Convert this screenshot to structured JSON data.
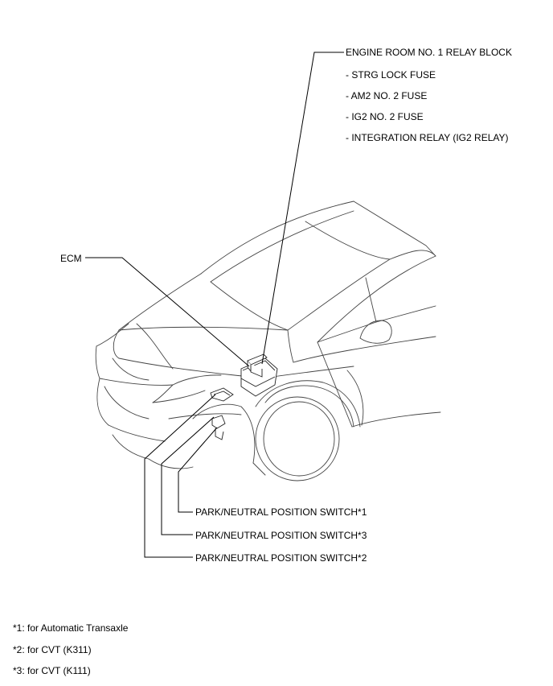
{
  "relay_block": {
    "title": "ENGINE ROOM NO. 1 RELAY BLOCK",
    "items": [
      "- STRG LOCK FUSE",
      "- AM2 NO. 2 FUSE",
      "- IG2 NO. 2 FUSE",
      "- INTEGRATION RELAY (IG2 RELAY)"
    ]
  },
  "ecm_label": "ECM",
  "switches": [
    "PARK/NEUTRAL POSITION SWITCH*1",
    "PARK/NEUTRAL POSITION SWITCH*3",
    "PARK/NEUTRAL POSITION SWITCH*2"
  ],
  "footnotes": [
    "*1: for Automatic Transaxle",
    "*2: for CVT (K311)",
    "*3: for CVT (K111)"
  ],
  "colors": {
    "line": "#000000",
    "sketch": "#444444"
  }
}
